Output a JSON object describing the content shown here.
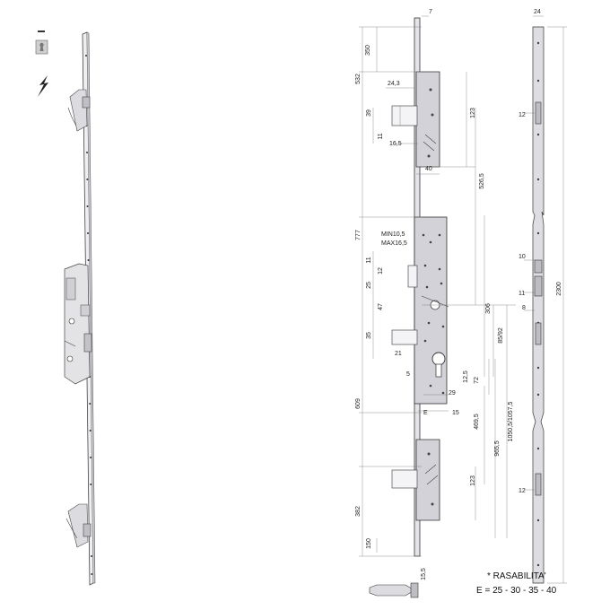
{
  "legend": {
    "note_line1": "* RASABILITA'",
    "note_line2": "E = 25 - 30 - 35 - 40"
  },
  "top_dims": {
    "thickness_label": "7",
    "width_label": "24"
  },
  "dims_left": {
    "d350": "350",
    "d532": "532",
    "d777": "777",
    "d609": "609",
    "d382": "382",
    "d150": "150",
    "d39": "39",
    "d11": "11",
    "d25": "25",
    "d12": "12",
    "d47": "47",
    "d35": "35"
  },
  "dims_center": {
    "d24_3": "24,3",
    "d16_5": "16,5",
    "d40": "40",
    "min": "MIN10,5",
    "max": "MAX16,5",
    "d21": "21",
    "r5": "5",
    "d12_5": "12,5",
    "d29": "29",
    "e": "E",
    "d15": "15",
    "d15_5": "15,5"
  },
  "dims_right": {
    "d123": "123",
    "d526_5": "526,5",
    "d306": "306",
    "d85_92": "85/92",
    "d72": "72",
    "d469_5": "469,5",
    "d965_5": "965,5",
    "d1050": "1050,5/1057,5",
    "d123b": "123"
  },
  "side_view": {
    "d12a": "12",
    "d10": "10",
    "d11": "11",
    "d8": "8",
    "d12b": "12",
    "d2300": "2300"
  }
}
